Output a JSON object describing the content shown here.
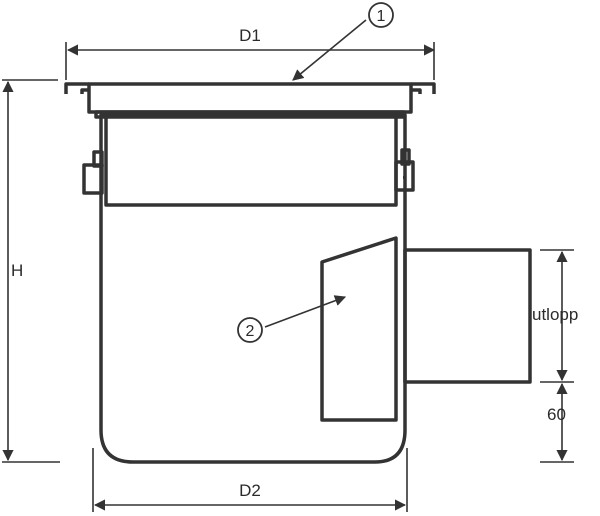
{
  "labels": {
    "d1": "D1",
    "d2": "D2",
    "h": "H",
    "outlet": "utlopp",
    "offset": "60"
  },
  "callouts": {
    "one": "1",
    "two": "2"
  },
  "colors": {
    "body_top": "#b9dff2",
    "body_bottom": "#6db3df",
    "outline": "#333333",
    "dimension_line": "#333333"
  }
}
